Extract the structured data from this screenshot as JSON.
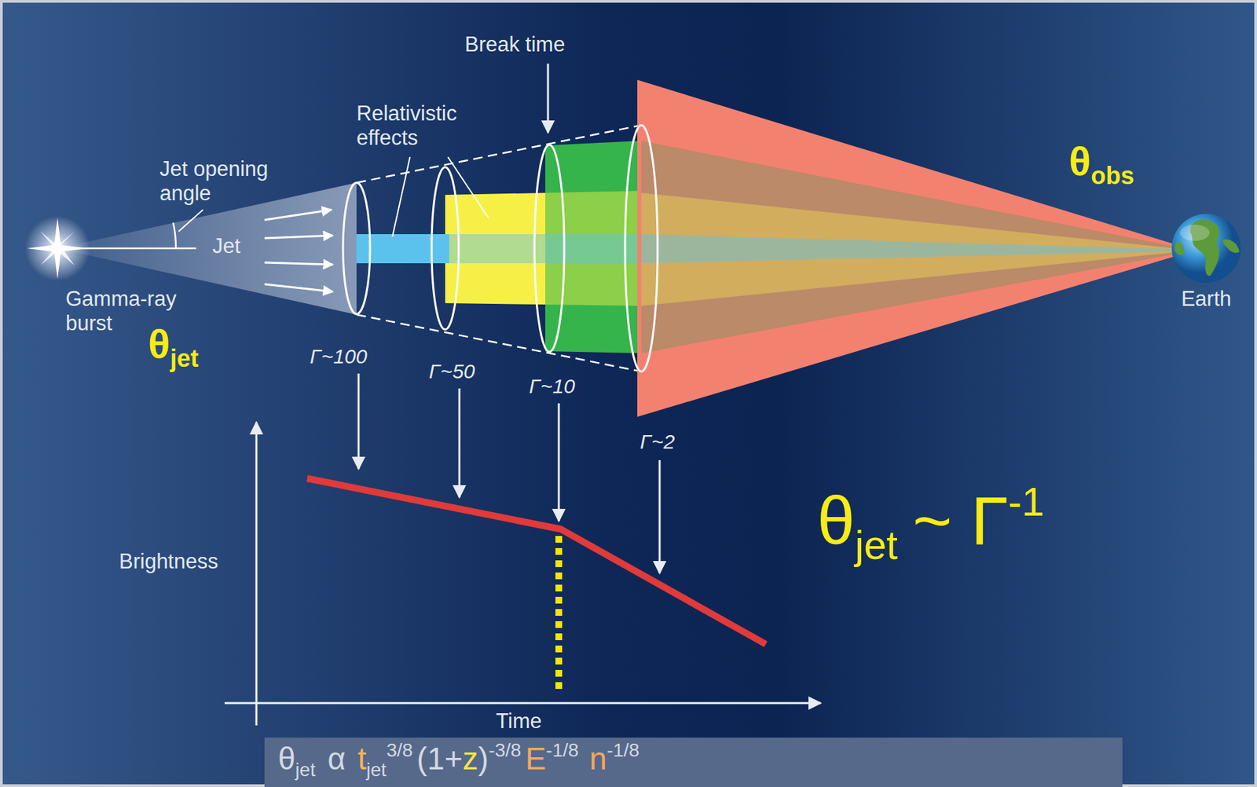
{
  "diagram": {
    "nodes": [
      {
        "text": [
          "Earth"
        ]
      },
      {
        "text": [
          "θ",
          "jet",
          "α",
          "t",
          "jet",
          "3/8",
          "(1+",
          "z",
          ")",
          "-3/8",
          "E",
          "-1/8",
          "n",
          "-1/8"
        ]
      }
    ],
    "labels": [
      "Break time",
      "Relativistic effects",
      "Jet opening angle",
      "θ",
      "obs",
      "Jet",
      "Gamma-ray burst",
      "θ",
      "jet",
      "Γ~100",
      "Γ~50",
      "Γ~10",
      "Γ~2",
      "θ",
      "jet",
      "~ Γ",
      "-1",
      "Brightness",
      "Time"
    ]
  }
}
